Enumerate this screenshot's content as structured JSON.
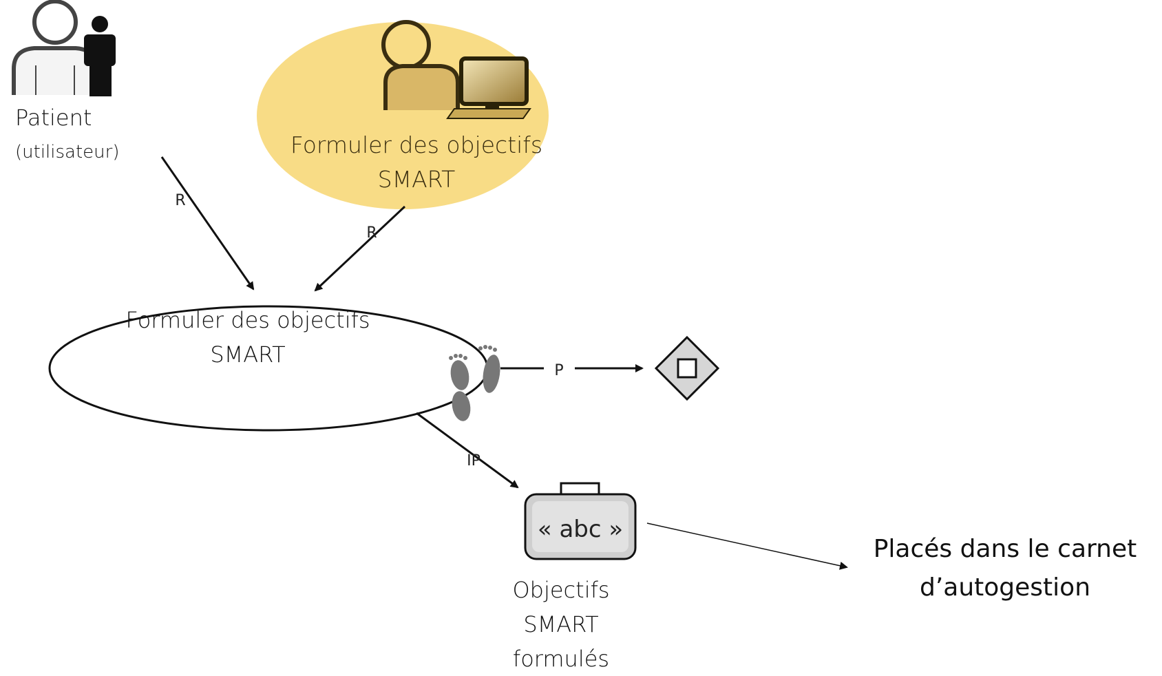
{
  "actors": {
    "patient": {
      "label": "Patient",
      "sublabel": "(utilisateur)",
      "icon": "user-with-person-icon"
    },
    "tool": {
      "label": "Formuler des objectifs SMART",
      "icon": "user-at-computer-icon",
      "highlight_color": "#f8dc86"
    }
  },
  "activity": {
    "label": "Formuler des objectifs SMART"
  },
  "output": {
    "label": "Objectifs SMART formulés",
    "icon_text": "« abc »",
    "icon": "document-template-icon"
  },
  "destination": {
    "label": "Placés dans le carnet d’autogestion"
  },
  "edges": {
    "patient_to_activity": "R",
    "tool_to_activity": "R",
    "activity_to_end": "P",
    "activity_to_output": "IP"
  },
  "end_node": {
    "icon": "stop-diamond-icon"
  },
  "footsteps": {
    "icon": "footsteps-icon"
  }
}
